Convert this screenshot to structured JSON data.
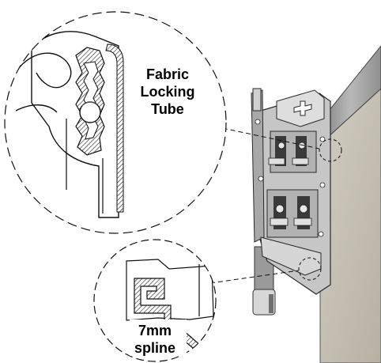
{
  "labels": {
    "fabric_locking_tube": [
      "Fabric",
      "Locking",
      "Tube"
    ],
    "spline": [
      "7mm",
      "spline"
    ]
  },
  "colors": {
    "fabric": "#c7c2b6",
    "fabric_top": "#9b9b9b",
    "metal": "#c9c9c9",
    "metal_dark": "#8b8b8b",
    "line": "#1a1a1a"
  }
}
